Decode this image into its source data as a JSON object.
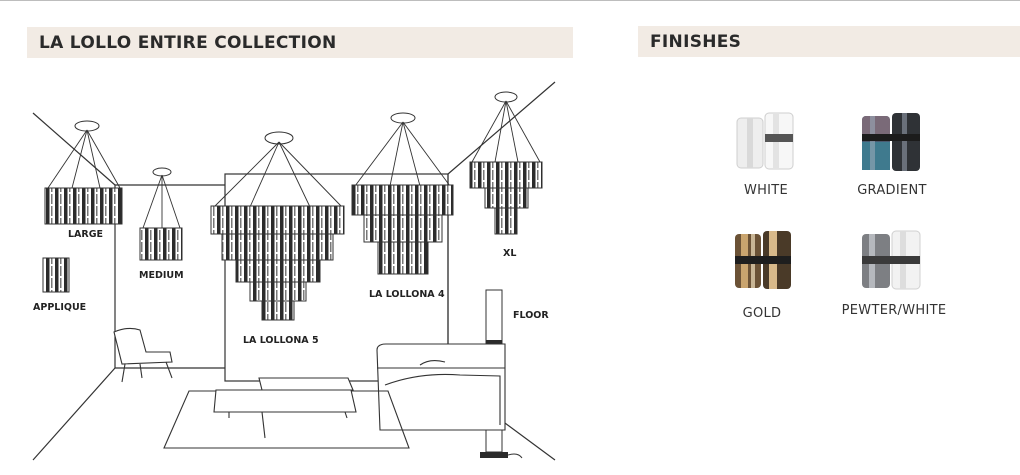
{
  "collection": {
    "title": "LA LOLLO ENTIRE COLLECTION",
    "labels": {
      "large": "LARGE",
      "medium": "MEDIUM",
      "applique": "APPLIQUE",
      "lollona5": "LA LOLLONA 5",
      "lollona4": "LA LOLLONA 4",
      "xl": "XL",
      "floor": "FLOOR"
    }
  },
  "finishes": {
    "title": "FINISHES",
    "items": [
      {
        "label": "WHITE",
        "icon": "white-finish-swatch"
      },
      {
        "label": "GRADIENT",
        "icon": "gradient-finish-swatch"
      },
      {
        "label": "GOLD",
        "icon": "gold-finish-swatch"
      },
      {
        "label": "PEWTER/WHITE",
        "icon": "pewter-white-finish-swatch"
      }
    ]
  }
}
